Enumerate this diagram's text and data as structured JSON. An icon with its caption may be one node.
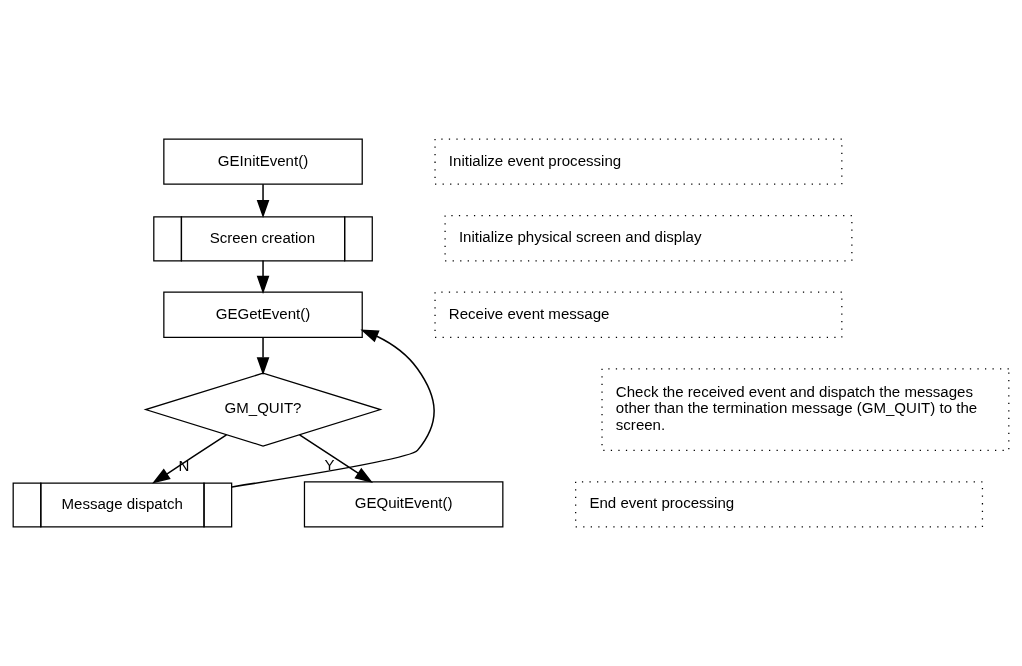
{
  "diagram": {
    "nodes": [
      {
        "text": [
          "GEInitEvent()"
        ]
      },
      {
        "text": [
          "Screen creation"
        ]
      },
      {
        "text": [
          "GEGetEvent()"
        ]
      },
      {
        "text": [
          "GM_QUIT?"
        ]
      },
      {
        "text": [
          "Message dispatch"
        ]
      },
      {
        "text": [
          "GEQuitEvent()"
        ]
      },
      {
        "text": [
          "Initialize event processing"
        ]
      },
      {
        "text": [
          "Initialize physical screen and display"
        ]
      },
      {
        "text": [
          "Receive event message"
        ]
      },
      {
        "text": [
          "Check the received event and dispatch the messages other than the termination message (GM_QUIT) to the screen."
        ]
      },
      {
        "text": [
          "End event processing"
        ]
      }
    ],
    "edges": [
      {
        "from": 0,
        "to": 1,
        "arrow": "to"
      },
      {
        "from": 1,
        "to": 2,
        "arrow": "to"
      },
      {
        "from": 2,
        "to": 3,
        "arrow": "to"
      },
      {
        "from": 3,
        "to": 4,
        "arrow": "to",
        "label": "N"
      },
      {
        "from": 4,
        "to": 2,
        "arrow": "to"
      },
      {
        "from": 3,
        "to": 5,
        "arrow": "to",
        "label": "Y"
      }
    ]
  }
}
